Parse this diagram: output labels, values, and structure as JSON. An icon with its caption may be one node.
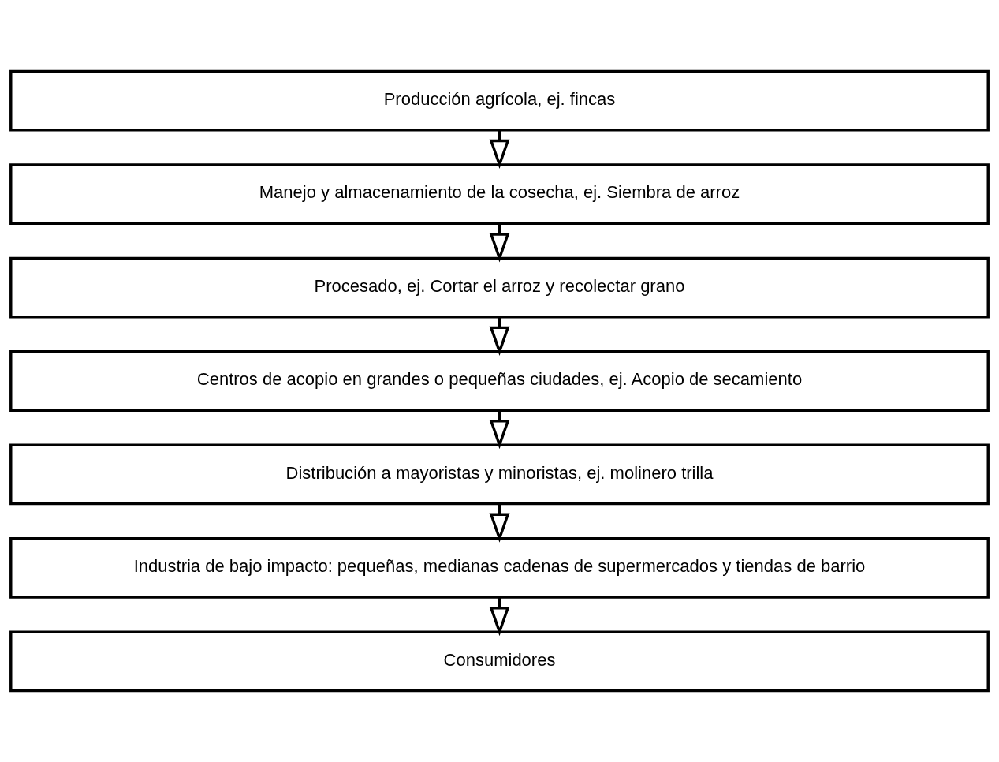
{
  "diagram": {
    "nodes": [
      {
        "text": [
          "Producción agrícola, ej. fincas"
        ]
      },
      {
        "text": [
          "Manejo y almacenamiento de la cosecha, ej. Siembra de arroz"
        ]
      },
      {
        "text": [
          "Procesado, ej. Cortar el arroz y recolectar grano"
        ]
      },
      {
        "text": [
          "Centros de acopio en grandes o pequeñas ciudades, ej. Acopio de secamiento"
        ]
      },
      {
        "text": [
          "Distribución a mayoristas y minoristas, ej. molinero trilla"
        ]
      },
      {
        "text": [
          "Industria de bajo impacto: pequeñas, medianas cadenas de supermercados y tiendas de barrio"
        ]
      },
      {
        "text": [
          "Consumidores"
        ]
      }
    ],
    "edges": [
      {
        "from": 0,
        "to": 1,
        "arrow": "to"
      },
      {
        "from": 1,
        "to": 2,
        "arrow": "to"
      },
      {
        "from": 2,
        "to": 3,
        "arrow": "to"
      },
      {
        "from": 3,
        "to": 4,
        "arrow": "to"
      },
      {
        "from": 4,
        "to": 5,
        "arrow": "to"
      },
      {
        "from": 5,
        "to": 6,
        "arrow": "to"
      }
    ]
  }
}
